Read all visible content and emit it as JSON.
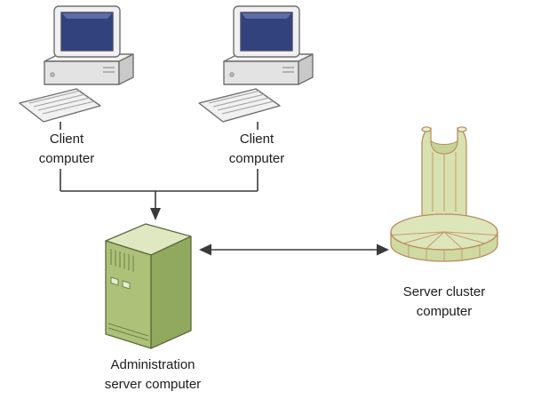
{
  "diagram": {
    "type": "network-topology",
    "nodes": {
      "client1": {
        "label": [
          "Client",
          "computer"
        ]
      },
      "client2": {
        "label": [
          "Client",
          "computer"
        ]
      },
      "admin": {
        "label": [
          "Administration",
          "server computer"
        ]
      },
      "cluster": {
        "label": [
          "Server cluster",
          "computer"
        ]
      }
    },
    "edges": [
      {
        "from": "client1",
        "to": "admin",
        "arrow": "to"
      },
      {
        "from": "client2",
        "to": "admin",
        "arrow": "to"
      },
      {
        "from": "admin",
        "to": "cluster",
        "arrow": "both"
      }
    ],
    "colors": {
      "background": "#ffffff",
      "connector": "#3a3a3a",
      "monitor_screen": "#32427d",
      "tower_top": "#dfe8c0",
      "tower_front": "#adc178",
      "tower_side": "#91a95e",
      "cluster_fill": "#d8e2b0",
      "cluster_stroke": "#b98e5f"
    }
  }
}
